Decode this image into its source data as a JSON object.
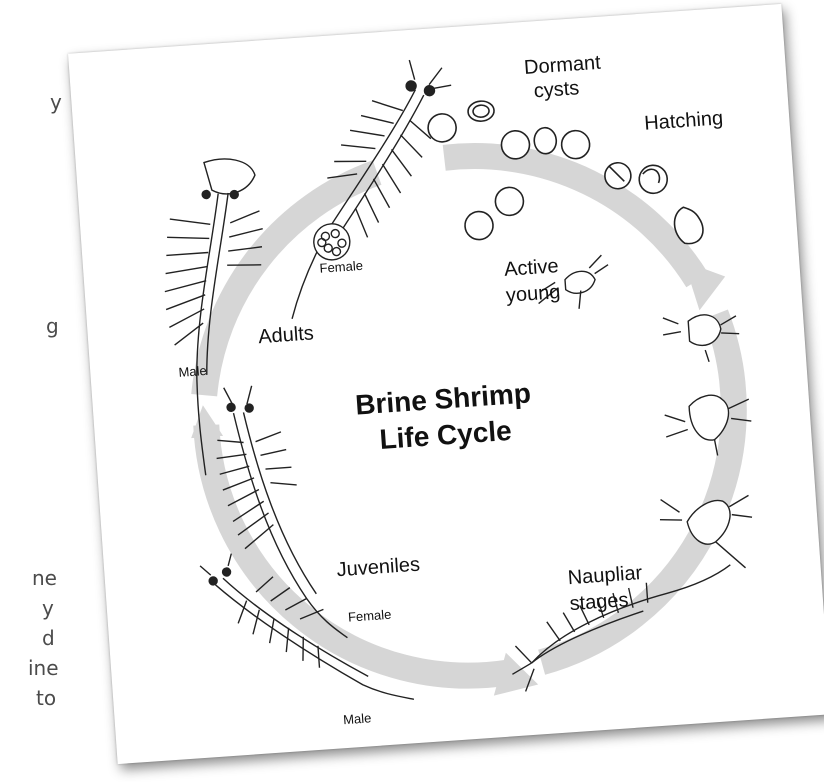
{
  "background_text_fragments": [
    "y",
    "g",
    "ne",
    "y",
    "d",
    "ine",
    "to"
  ],
  "diagram": {
    "title_line1": "Brine Shrimp",
    "title_line2": "Life Cycle",
    "labels": {
      "dormant_line1": "Dormant",
      "dormant_line2": "cysts",
      "hatching": "Hatching",
      "active_line1": "Active",
      "active_line2": "young",
      "adults": "Adults",
      "female_adult": "Female",
      "male_adult": "Male",
      "juveniles": "Juveniles",
      "female_juvenile": "Female",
      "male_juvenile": "Male",
      "naupliar_line1": "Naupliar",
      "naupliar_line2": "stages"
    }
  }
}
